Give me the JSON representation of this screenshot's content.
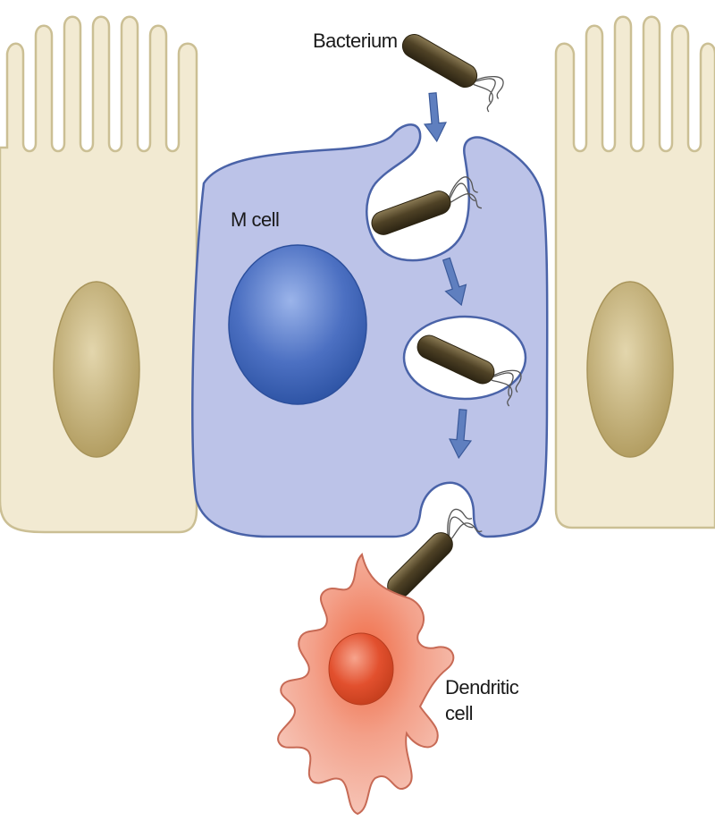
{
  "labels": {
    "bacterium": "Bacterium",
    "m_cell": "M cell",
    "dendritic_line1": "Dendritic",
    "dendritic_line2": "cell"
  },
  "colors": {
    "epithelial_fill": "#f2ead2",
    "epithelial_stroke": "#cbbf94",
    "epithelial_nucleus": "#c9b67c",
    "m_cell_fill": "#bcc3e8",
    "m_cell_stroke": "#4a63a8",
    "m_cell_nucleus": "#3f63b8",
    "arrow": "#5f7fbf",
    "bacterium": "#4a3e25",
    "dendritic_fill": "#f0927a",
    "dendritic_nucleus": "#e2502e"
  },
  "icons": {
    "bacterium": "rod-bacterium-with-flagella",
    "arrow": "down-arrow",
    "nucleus": "oval-nucleus"
  }
}
